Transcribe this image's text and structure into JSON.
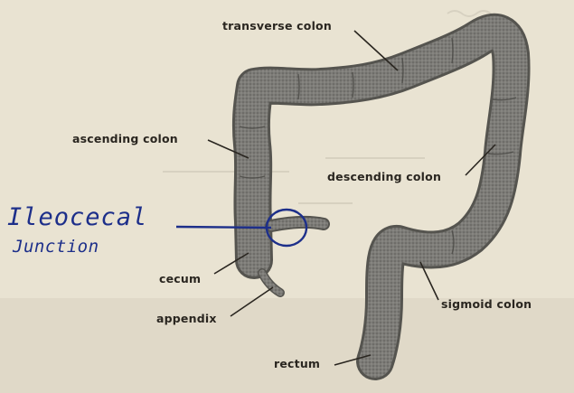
{
  "labels": {
    "transverse_colon": "transverse colon",
    "ascending_colon": "ascending colon",
    "descending_colon": "descending colon",
    "cecum": "cecum",
    "appendix": "appendix",
    "sigmoid_colon": "sigmoid colon",
    "rectum": "rectum"
  },
  "annotation": {
    "line1": "Ileocecal",
    "line2": "Junction"
  },
  "colors": {
    "paper": "#e9e3d2",
    "colon_fill": "#7b7a76",
    "colon_dark": "#5d5c58",
    "ink": "#2a2620",
    "pen": "#1d2f8a"
  }
}
